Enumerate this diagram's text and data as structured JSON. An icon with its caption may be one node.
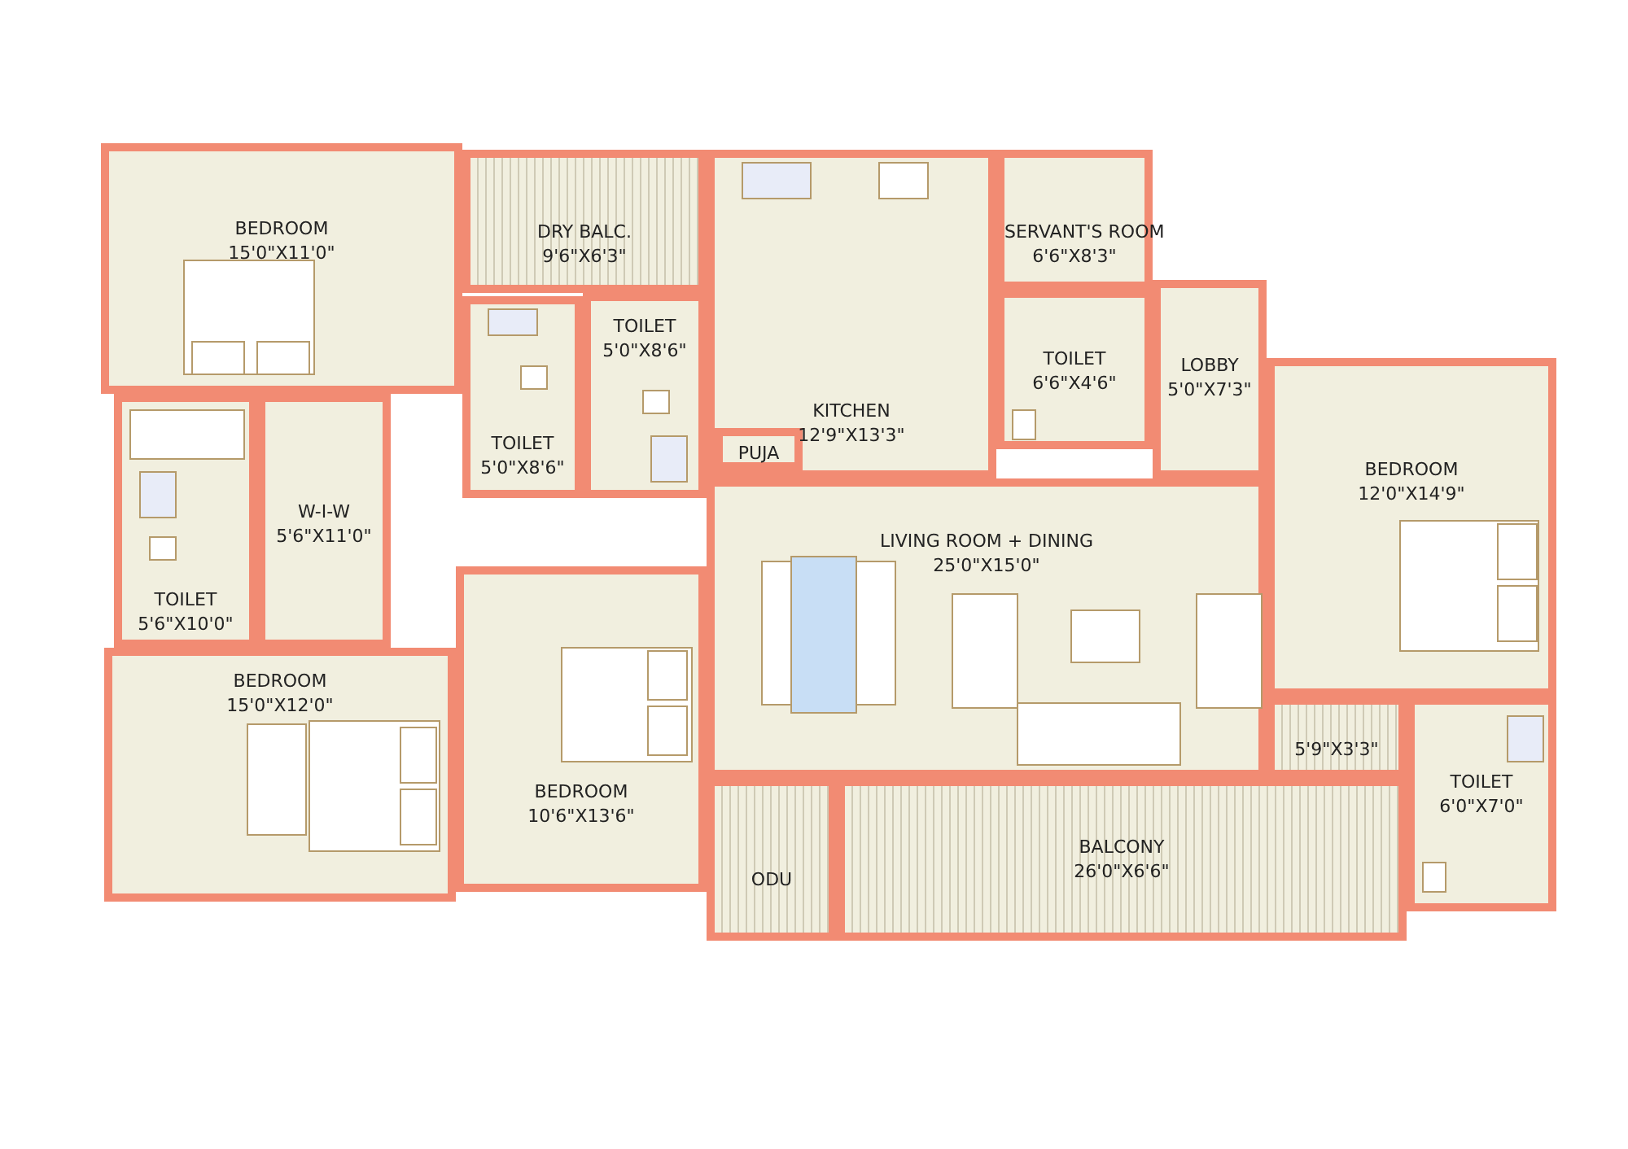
{
  "diagram": {
    "nodes": [
      {
        "text": [
          "BEDROOM",
          "15'0\"X11'0\""
        ]
      },
      {
        "text": [
          "DRY BALC.",
          "9'6\"X6'3\""
        ]
      },
      {
        "text": [
          "TOILET",
          "5'0\"X8'6\""
        ]
      },
      {
        "text": [
          "TOILET",
          "5'0\"X8'6\""
        ]
      },
      {
        "text": [
          "KITCHEN",
          "12'9\"X13'3\""
        ]
      },
      {
        "text": [
          "PUJA"
        ],
        "in": 4
      },
      {
        "text": [
          "SERVANT'S ROOM",
          "6'6\"X8'3\""
        ]
      },
      {
        "text": [
          "TOILET",
          "6'6\"X4'6\""
        ]
      },
      {
        "text": [
          "LOBBY",
          "5'0\"X7'3\""
        ]
      },
      {
        "text": [
          "W-I-W",
          "5'6\"X11'0\""
        ]
      },
      {
        "text": [
          "TOILET",
          "5'6\"X10'0\""
        ]
      },
      {
        "text": [
          "LIVING ROOM + DINING",
          "25'0\"X15'0\""
        ]
      },
      {
        "text": [
          "BEDROOM",
          "12'0\"X14'9\""
        ]
      },
      {
        "text": [
          "BEDROOM",
          "15'0\"X12'0\""
        ]
      },
      {
        "text": [
          "BEDROOM",
          "10'6\"X13'6\""
        ]
      },
      {
        "text": [
          "ODU"
        ]
      },
      {
        "text": [
          "BALCONY",
          "26'0\"X6'6\""
        ]
      },
      {
        "text": [
          "5'9\"X3'3\""
        ]
      },
      {
        "text": [
          "TOILET",
          "6'0\"X7'0\""
        ]
      }
    ]
  }
}
